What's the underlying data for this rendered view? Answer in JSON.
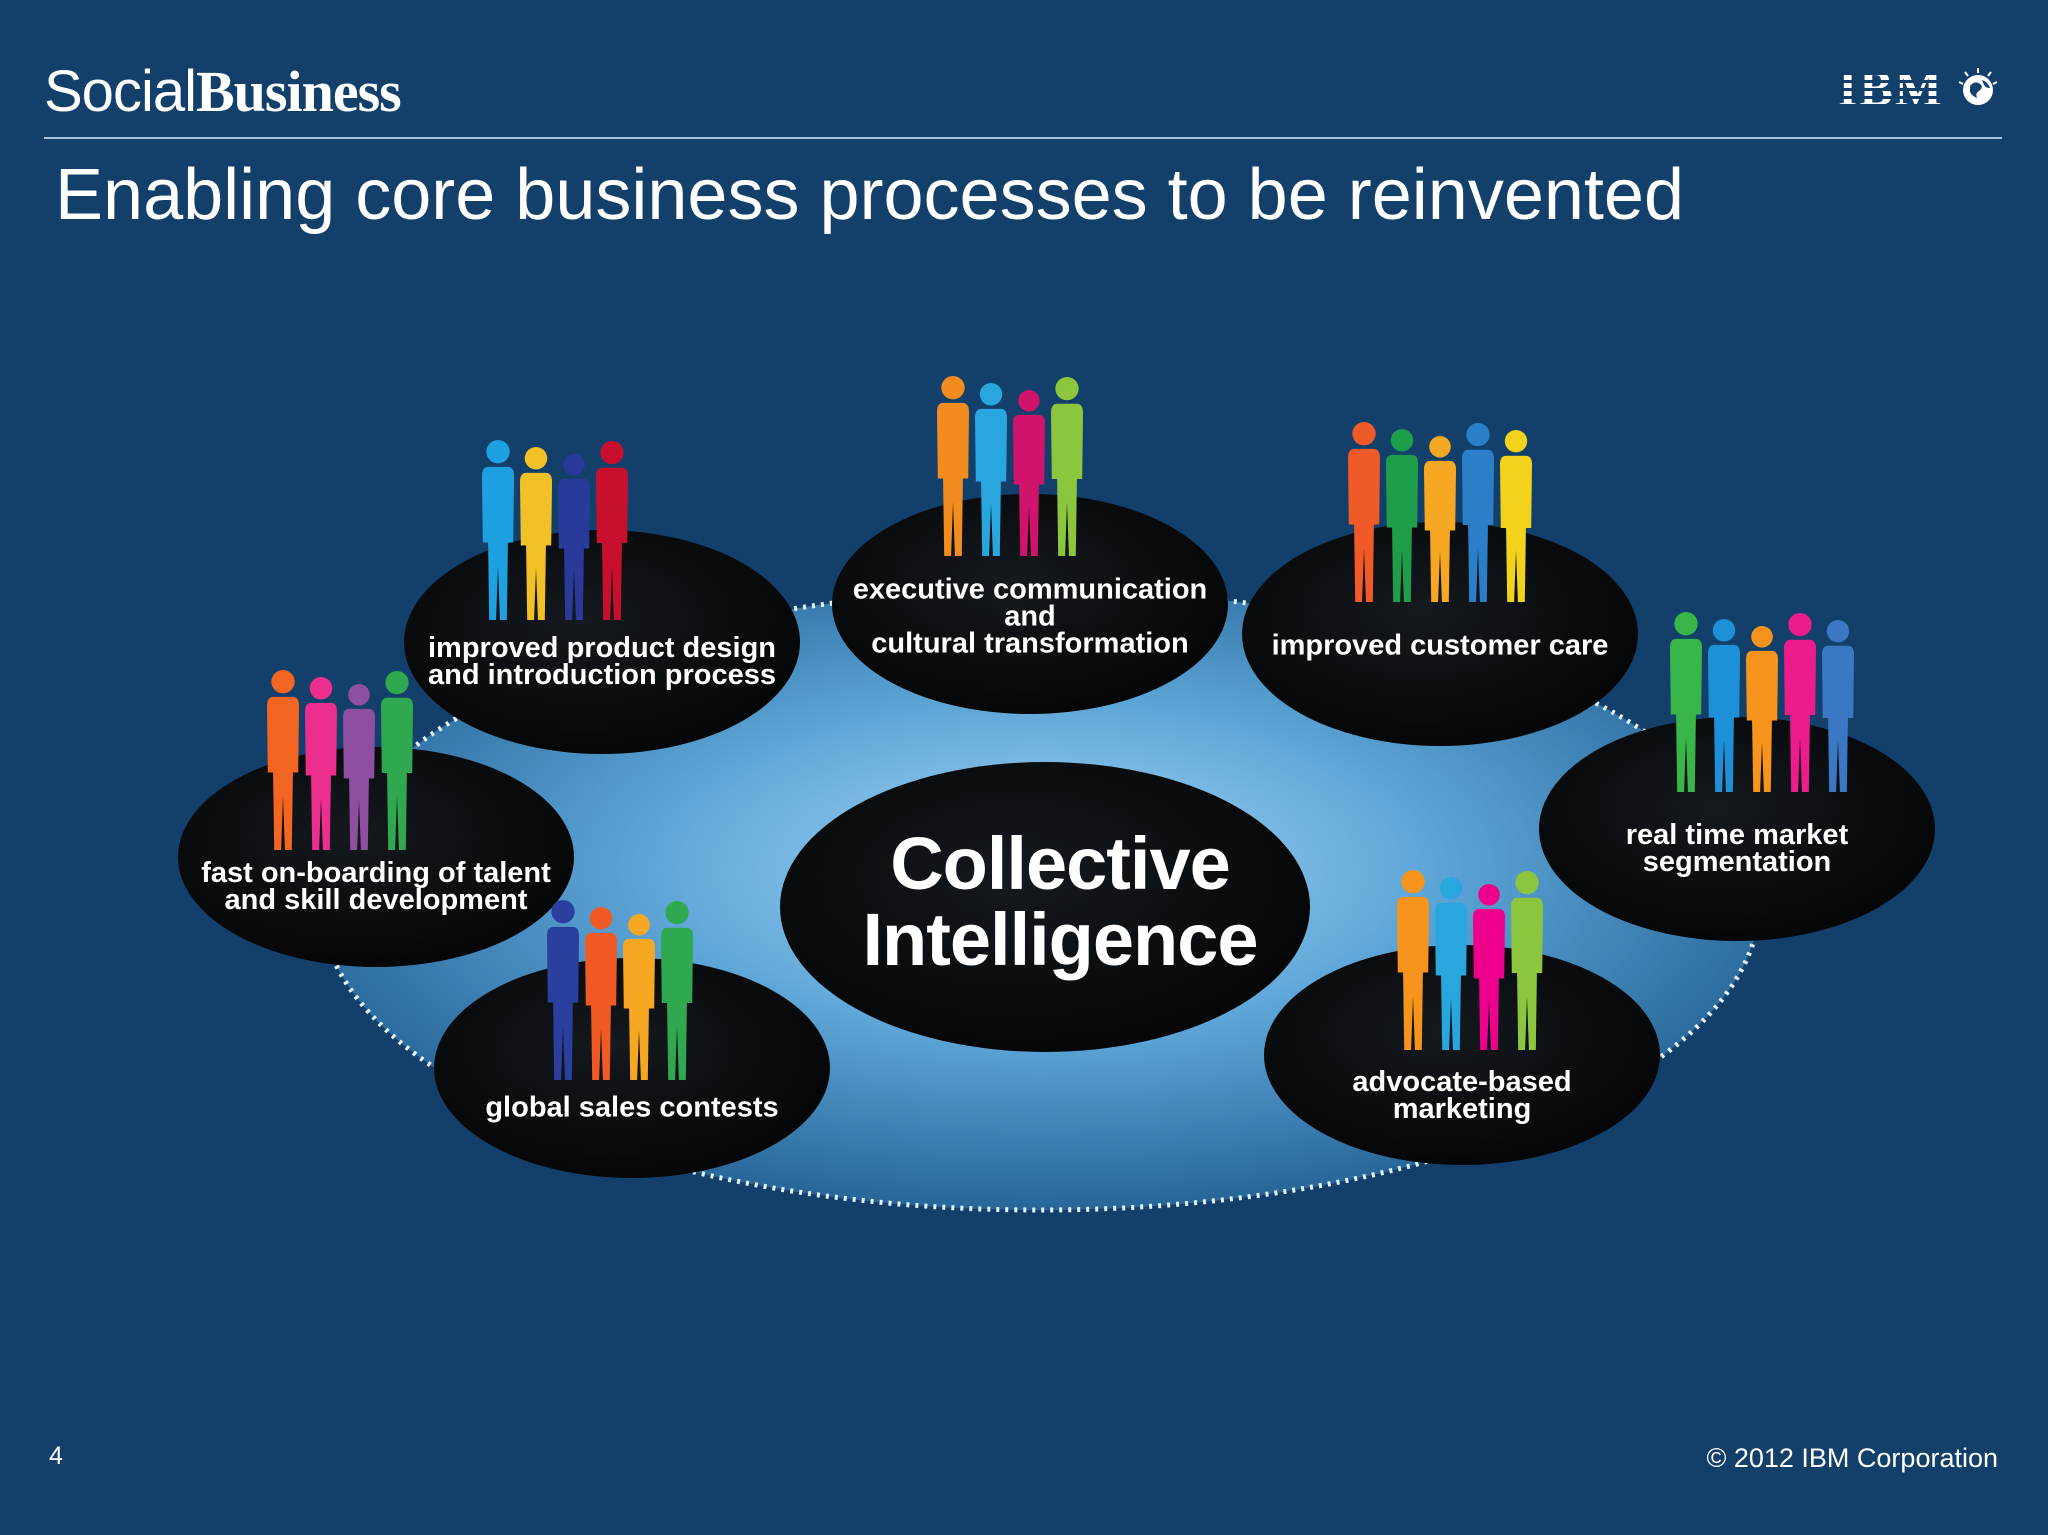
{
  "header": {
    "brand_light": "Social",
    "brand_bold": "Business",
    "logo_text": "IBM"
  },
  "slide": {
    "title": "Enabling core business processes to be reinvented"
  },
  "diagram": {
    "center": "Collective\nIntelligence",
    "processes": [
      {
        "label": "improved product design\nand introduction process",
        "figures": [
          "#1ea1e0",
          "#f2c027",
          "#2a3a9a",
          "#c8102e"
        ]
      },
      {
        "label": "executive communication\nand\ncultural transformation",
        "figures": [
          "#f28c1e",
          "#2aa6df",
          "#d0146b",
          "#8cc63f"
        ]
      },
      {
        "label": "improved customer care",
        "figures": [
          "#f05a28",
          "#1e9e48",
          "#f7a823",
          "#2a7fc8",
          "#f2d21a"
        ]
      },
      {
        "label": "fast on-boarding of talent\nand skill development",
        "figures": [
          "#f26522",
          "#ec2f8f",
          "#8e4fa0",
          "#2fa84f"
        ]
      },
      {
        "label": "real time market\nsegmentation",
        "figures": [
          "#39b54a",
          "#1e90d8",
          "#f7941d",
          "#ec1c8c",
          "#3a78c3"
        ]
      },
      {
        "label": "global sales contests",
        "figures": [
          "#2b3f9e",
          "#f15a24",
          "#f7a823",
          "#2fa84f"
        ]
      },
      {
        "label": "advocate-based\nmarketing",
        "figures": [
          "#f7941d",
          "#2aa6df",
          "#ec008c",
          "#8cc63f"
        ]
      }
    ]
  },
  "footer": {
    "page_number": "4",
    "copyright": "© 2012 IBM Corporation"
  },
  "colors": {
    "background": "#12406b",
    "glow_center": "#a6d6f5",
    "ellipse": "#050708"
  }
}
